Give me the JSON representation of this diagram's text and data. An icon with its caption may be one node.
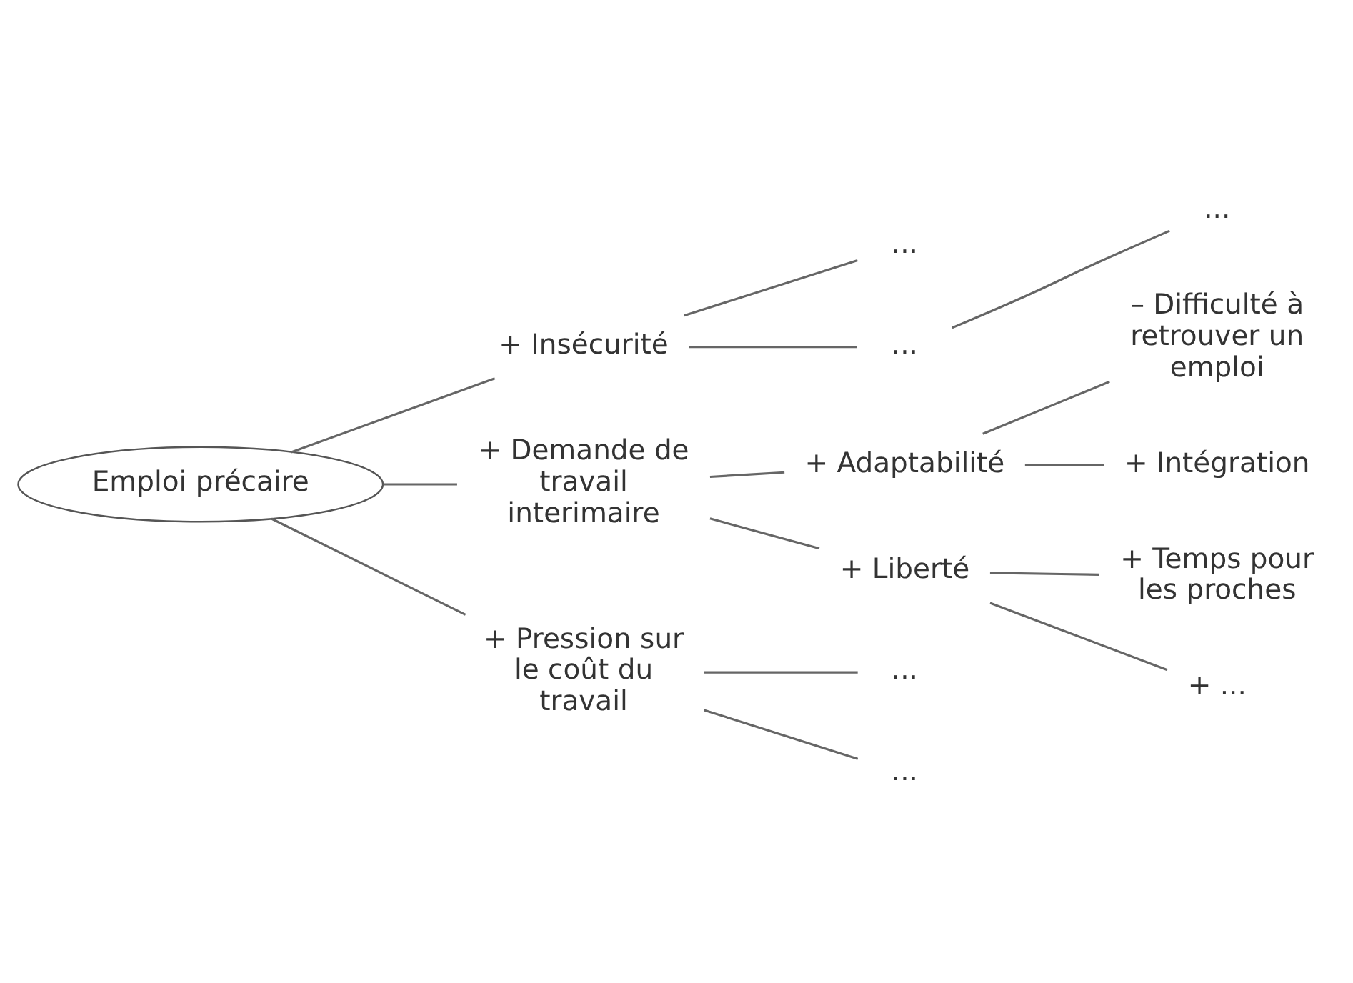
{
  "diagram": {
    "nodes": [
      {
        "text": [
          "Emploi précaire"
        ]
      },
      {
        "text": [
          "+ Insécurité"
        ]
      },
      {
        "text": [
          "..."
        ]
      },
      {
        "text": [
          "..."
        ]
      },
      {
        "text": [
          "..."
        ]
      },
      {
        "text": [
          "+ Demande de travail interimaire"
        ]
      },
      {
        "text": [
          "+ Adaptabilité"
        ]
      },
      {
        "text": [
          "– Difficulté à retrouver un emploi"
        ]
      },
      {
        "text": [
          "+ Intégration"
        ]
      },
      {
        "text": [
          "+ Liberté"
        ]
      },
      {
        "text": [
          "+ Temps pour les proches"
        ]
      },
      {
        "text": [
          "+ ..."
        ]
      },
      {
        "text": [
          "+ Pression sur le coût du travail"
        ]
      },
      {
        "text": [
          "..."
        ]
      },
      {
        "text": [
          "..."
        ]
      }
    ],
    "edges": [
      {
        "from": 0,
        "to": 1,
        "arrow": "none"
      },
      {
        "from": 1,
        "to": 2,
        "arrow": "none"
      },
      {
        "from": 1,
        "to": 3,
        "arrow": "none"
      },
      {
        "from": 3,
        "to": 4,
        "arrow": "none"
      },
      {
        "from": 0,
        "to": 5,
        "arrow": "none"
      },
      {
        "from": 5,
        "to": 6,
        "arrow": "none"
      },
      {
        "from": 6,
        "to": 7,
        "arrow": "none"
      },
      {
        "from": 6,
        "to": 8,
        "arrow": "none"
      },
      {
        "from": 5,
        "to": 9,
        "arrow": "none"
      },
      {
        "from": 9,
        "to": 10,
        "arrow": "none"
      },
      {
        "from": 9,
        "to": 11,
        "arrow": "none"
      },
      {
        "from": 0,
        "to": 12,
        "arrow": "none"
      },
      {
        "from": 12,
        "to": 13,
        "arrow": "none"
      },
      {
        "from": 12,
        "to": 14,
        "arrow": "none"
      }
    ]
  }
}
